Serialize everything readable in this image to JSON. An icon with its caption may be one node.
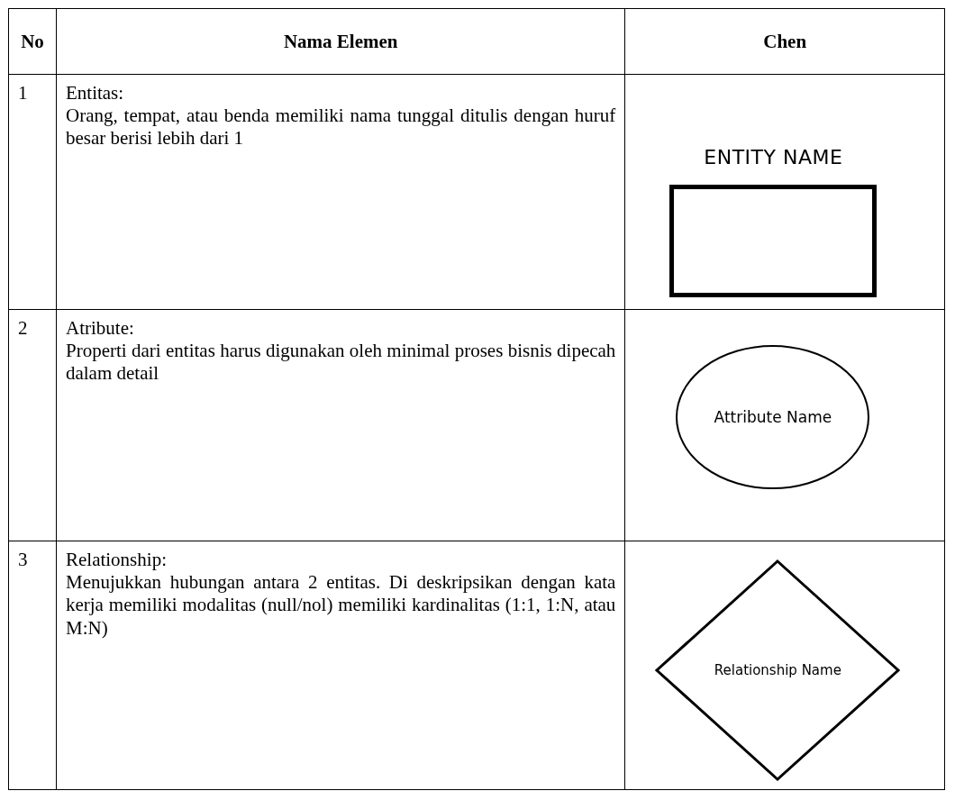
{
  "diagram": {
    "nodes": [
      {
        "text": [
          "ENTITY NAME"
        ]
      },
      {
        "text": [
          "Attribute Name"
        ]
      },
      {
        "text": [
          "Relationship Name"
        ]
      }
    ],
    "labels": [
      "No",
      "Nama Elemen",
      "Chen",
      "1",
      "Entitas:",
      "Orang, tempat, atau benda memiliki nama tunggal ditulis dengan huruf besar berisi lebih dari 1",
      "2",
      "Atribute:",
      "Properti dari entitas harus digunakan oleh minimal proses bisnis dipecah dalam detail",
      "3",
      "Relationship:",
      "Menujukkan hubungan antara 2 entitas. Di deskripsikan dengan kata kerja memiliki modalitas (null/nol) memiliki kardinalitas (1:1, 1:N, atau M:N)"
    ]
  }
}
